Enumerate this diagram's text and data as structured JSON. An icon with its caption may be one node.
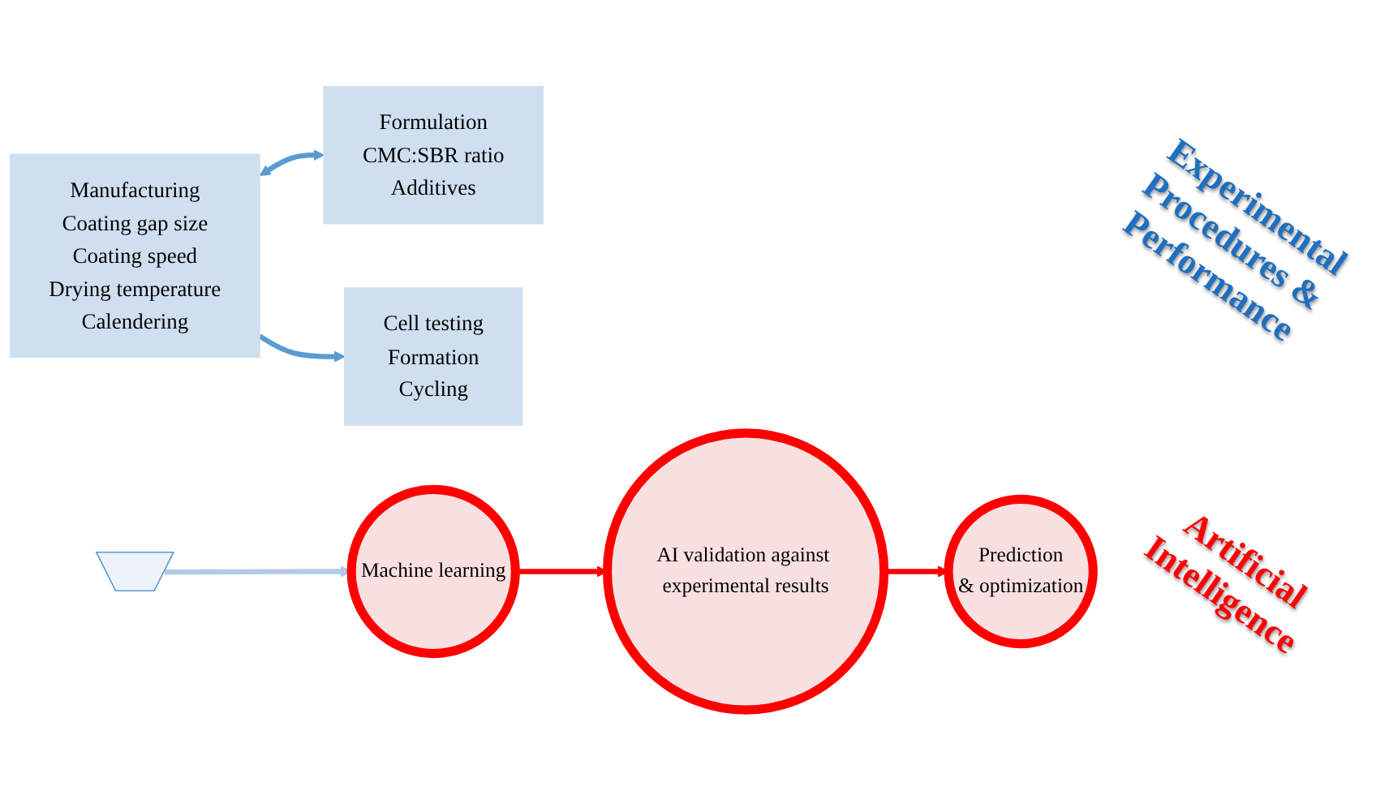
{
  "diagram": {
    "nodes": [
      {
        "text": [
          "Manufacturing",
          "Coating gap size",
          "Coating speed",
          "Drying temperature",
          "Calendering"
        ]
      },
      {
        "text": [
          "Formulation",
          "CMC:SBR ratio",
          "Additives"
        ]
      },
      {
        "text": [
          "Cell testing",
          "Formation",
          "Cycling"
        ]
      },
      {
        "text": [],
        "shape": "funnel"
      },
      {
        "text": [
          "Machine learning"
        ]
      },
      {
        "text": [
          "AI validation against experimental results"
        ]
      },
      {
        "text": [
          "Prediction",
          "& optimization"
        ]
      }
    ],
    "edges": [
      {
        "from": 0,
        "to": 1,
        "arrow": "both"
      },
      {
        "from": 0,
        "to": 2,
        "arrow": "to"
      },
      {
        "from": 3,
        "to": 4,
        "arrow": "to",
        "color": "#b4c9e6"
      },
      {
        "from": 4,
        "to": 5,
        "arrow": "to",
        "color": "#ff0000"
      },
      {
        "from": 5,
        "to": 6,
        "arrow": "to",
        "color": "#ff0000"
      }
    ],
    "labels": [
      "Experimental Procedures & Performance",
      "Artificial Intelligence"
    ]
  }
}
